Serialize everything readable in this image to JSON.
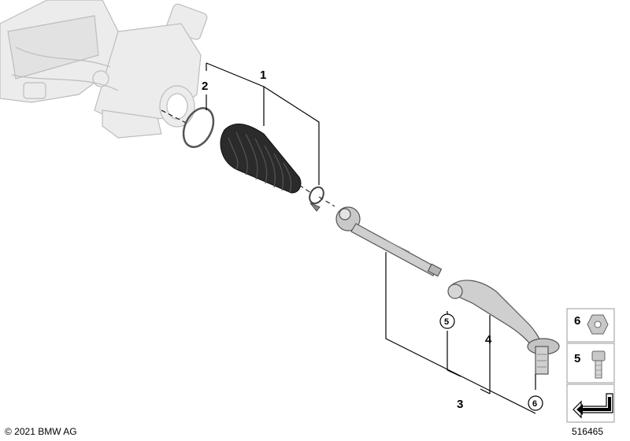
{
  "callouts": {
    "boot": "1",
    "ring": "2",
    "tie_rod_assembly": "3",
    "tie_rod_end": "4",
    "bolt_circle": "5",
    "nut_circle": "6"
  },
  "legend": {
    "nut_number": "6",
    "bolt_number": "5"
  },
  "copyright": "© 2021 BMW AG",
  "diagram_number": "516465"
}
